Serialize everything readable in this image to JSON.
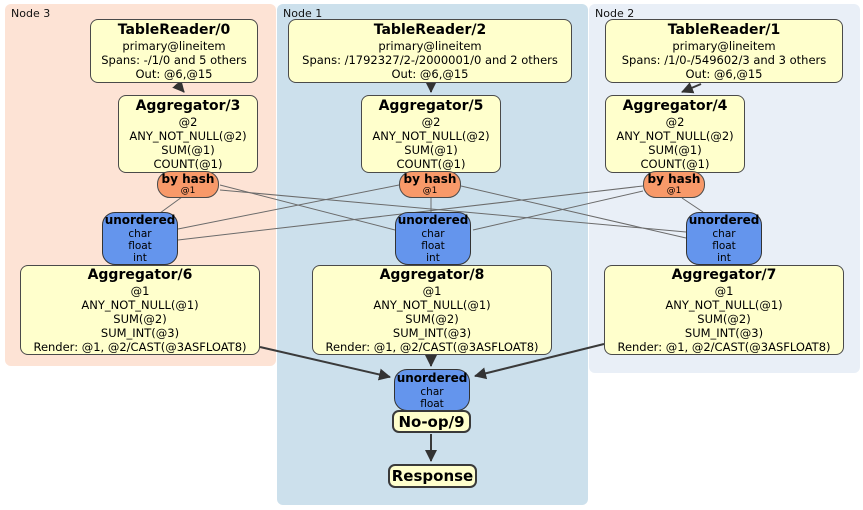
{
  "regions": {
    "node3": {
      "label": "Node 3",
      "bg": "#fde3d5"
    },
    "node1": {
      "label": "Node 1",
      "bg": "#cce0ec"
    },
    "node2": {
      "label": "Node 2",
      "bg": "#e9eff7"
    }
  },
  "colors": {
    "processor_fill": "#ffffcc",
    "router_fill": "#f89969",
    "sync_fill": "#6495ed",
    "edge_thin": "#6b6b6b",
    "edge_thick": "#3a3a3a"
  },
  "processors": {
    "tablereader0": {
      "title": "TableReader/0",
      "lines": [
        "primary@lineitem",
        "Spans: -/1/0 and 5 others",
        "Out: @6,@15"
      ]
    },
    "tablereader2": {
      "title": "TableReader/2",
      "lines": [
        "primary@lineitem",
        "Spans: /1792327/2-/2000001/0 and 2 others",
        "Out: @6,@15"
      ]
    },
    "tablereader1": {
      "title": "TableReader/1",
      "lines": [
        "primary@lineitem",
        "Spans: /1/0-/549602/3 and 3 others",
        "Out: @6,@15"
      ]
    },
    "aggregator3": {
      "title": "Aggregator/3",
      "lines": [
        "@2",
        "ANY_NOT_NULL(@2)",
        "SUM(@1)",
        "COUNT(@1)"
      ]
    },
    "aggregator5": {
      "title": "Aggregator/5",
      "lines": [
        "@2",
        "ANY_NOT_NULL(@2)",
        "SUM(@1)",
        "COUNT(@1)"
      ]
    },
    "aggregator4": {
      "title": "Aggregator/4",
      "lines": [
        "@2",
        "ANY_NOT_NULL(@2)",
        "SUM(@1)",
        "COUNT(@1)"
      ]
    },
    "aggregator6": {
      "title": "Aggregator/6",
      "lines": [
        "@1",
        "ANY_NOT_NULL(@1)",
        "SUM(@2)",
        "SUM_INT(@3)",
        "Render: @1, @2/CAST(@3ASFLOAT8)"
      ]
    },
    "aggregator8": {
      "title": "Aggregator/8",
      "lines": [
        "@1",
        "ANY_NOT_NULL(@1)",
        "SUM(@2)",
        "SUM_INT(@3)",
        "Render: @1, @2/CAST(@3ASFLOAT8)"
      ]
    },
    "aggregator7": {
      "title": "Aggregator/7",
      "lines": [
        "@1",
        "ANY_NOT_NULL(@1)",
        "SUM(@2)",
        "SUM_INT(@3)",
        "Render: @1, @2/CAST(@3ASFLOAT8)"
      ]
    },
    "noop": {
      "title": "No-op/9"
    },
    "response": {
      "title": "Response"
    }
  },
  "routers": {
    "node3": {
      "title": "by hash",
      "sub": "@1"
    },
    "node1": {
      "title": "by hash",
      "sub": "@1"
    },
    "node2": {
      "title": "by hash",
      "sub": "@1"
    }
  },
  "syncs": {
    "node3": {
      "title": "unordered",
      "lines": [
        "char",
        "float",
        "int"
      ]
    },
    "node1": {
      "title": "unordered",
      "lines": [
        "char",
        "float",
        "int"
      ]
    },
    "node2": {
      "title": "unordered",
      "lines": [
        "char",
        "float",
        "int"
      ]
    },
    "final": {
      "title": "unordered",
      "lines": [
        "char",
        "float"
      ]
    }
  }
}
